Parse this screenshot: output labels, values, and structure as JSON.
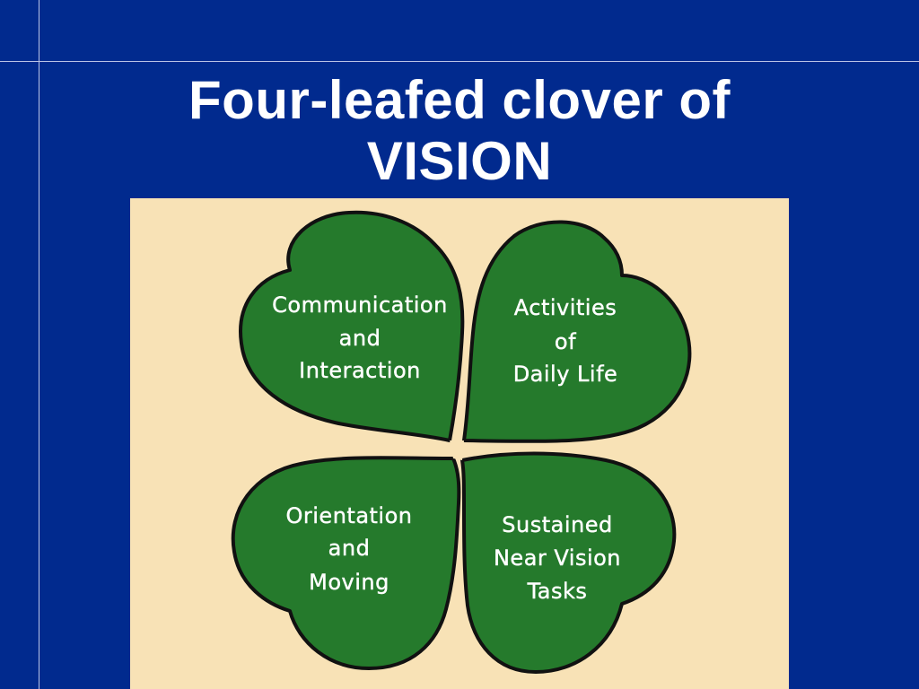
{
  "slide": {
    "title_line1": "Four-leafed clover of",
    "title_line2": "VISION"
  },
  "clover": {
    "leaf_color": "#257a2c",
    "outline_color": "#111111",
    "background_color": "#f8e2b6",
    "leaves": [
      {
        "id": "top-left",
        "lines": [
          "Communication",
          "and",
          "Interaction"
        ]
      },
      {
        "id": "top-right",
        "lines": [
          "Activities",
          "of",
          "Daily Life"
        ]
      },
      {
        "id": "bottom-left",
        "lines": [
          "Orientation",
          "and",
          "Moving"
        ]
      },
      {
        "id": "bottom-right",
        "lines": [
          "Sustained",
          "Near Vision",
          "Tasks"
        ]
      }
    ]
  },
  "colors": {
    "background": "#012a8e",
    "title": "#ffffff",
    "rule": "#b9c4e6"
  }
}
